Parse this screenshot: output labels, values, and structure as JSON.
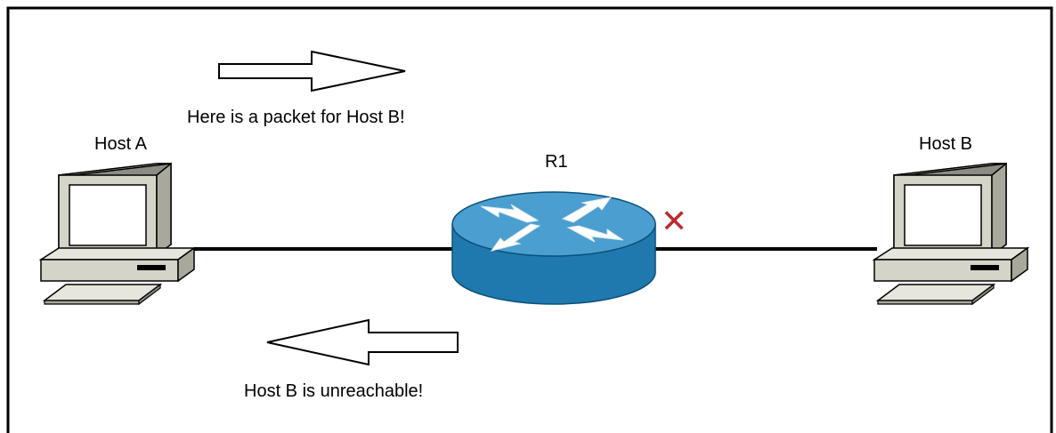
{
  "nodes": {
    "host_a": {
      "label": "Host A"
    },
    "host_b": {
      "label": "Host B"
    },
    "router": {
      "label": "R1"
    }
  },
  "messages": {
    "outbound": "Here is a packet for Host B!",
    "reply": "Host B is unreachable!"
  },
  "link_failure": {
    "symbol": "✕",
    "color": "#c0282d"
  },
  "colors": {
    "router_top": "#4a9fd0",
    "router_side": "#1f79ae",
    "computer_body": "#d4d4c8",
    "computer_screen": "#ffffff",
    "link": "#000000",
    "border": "#000000"
  }
}
